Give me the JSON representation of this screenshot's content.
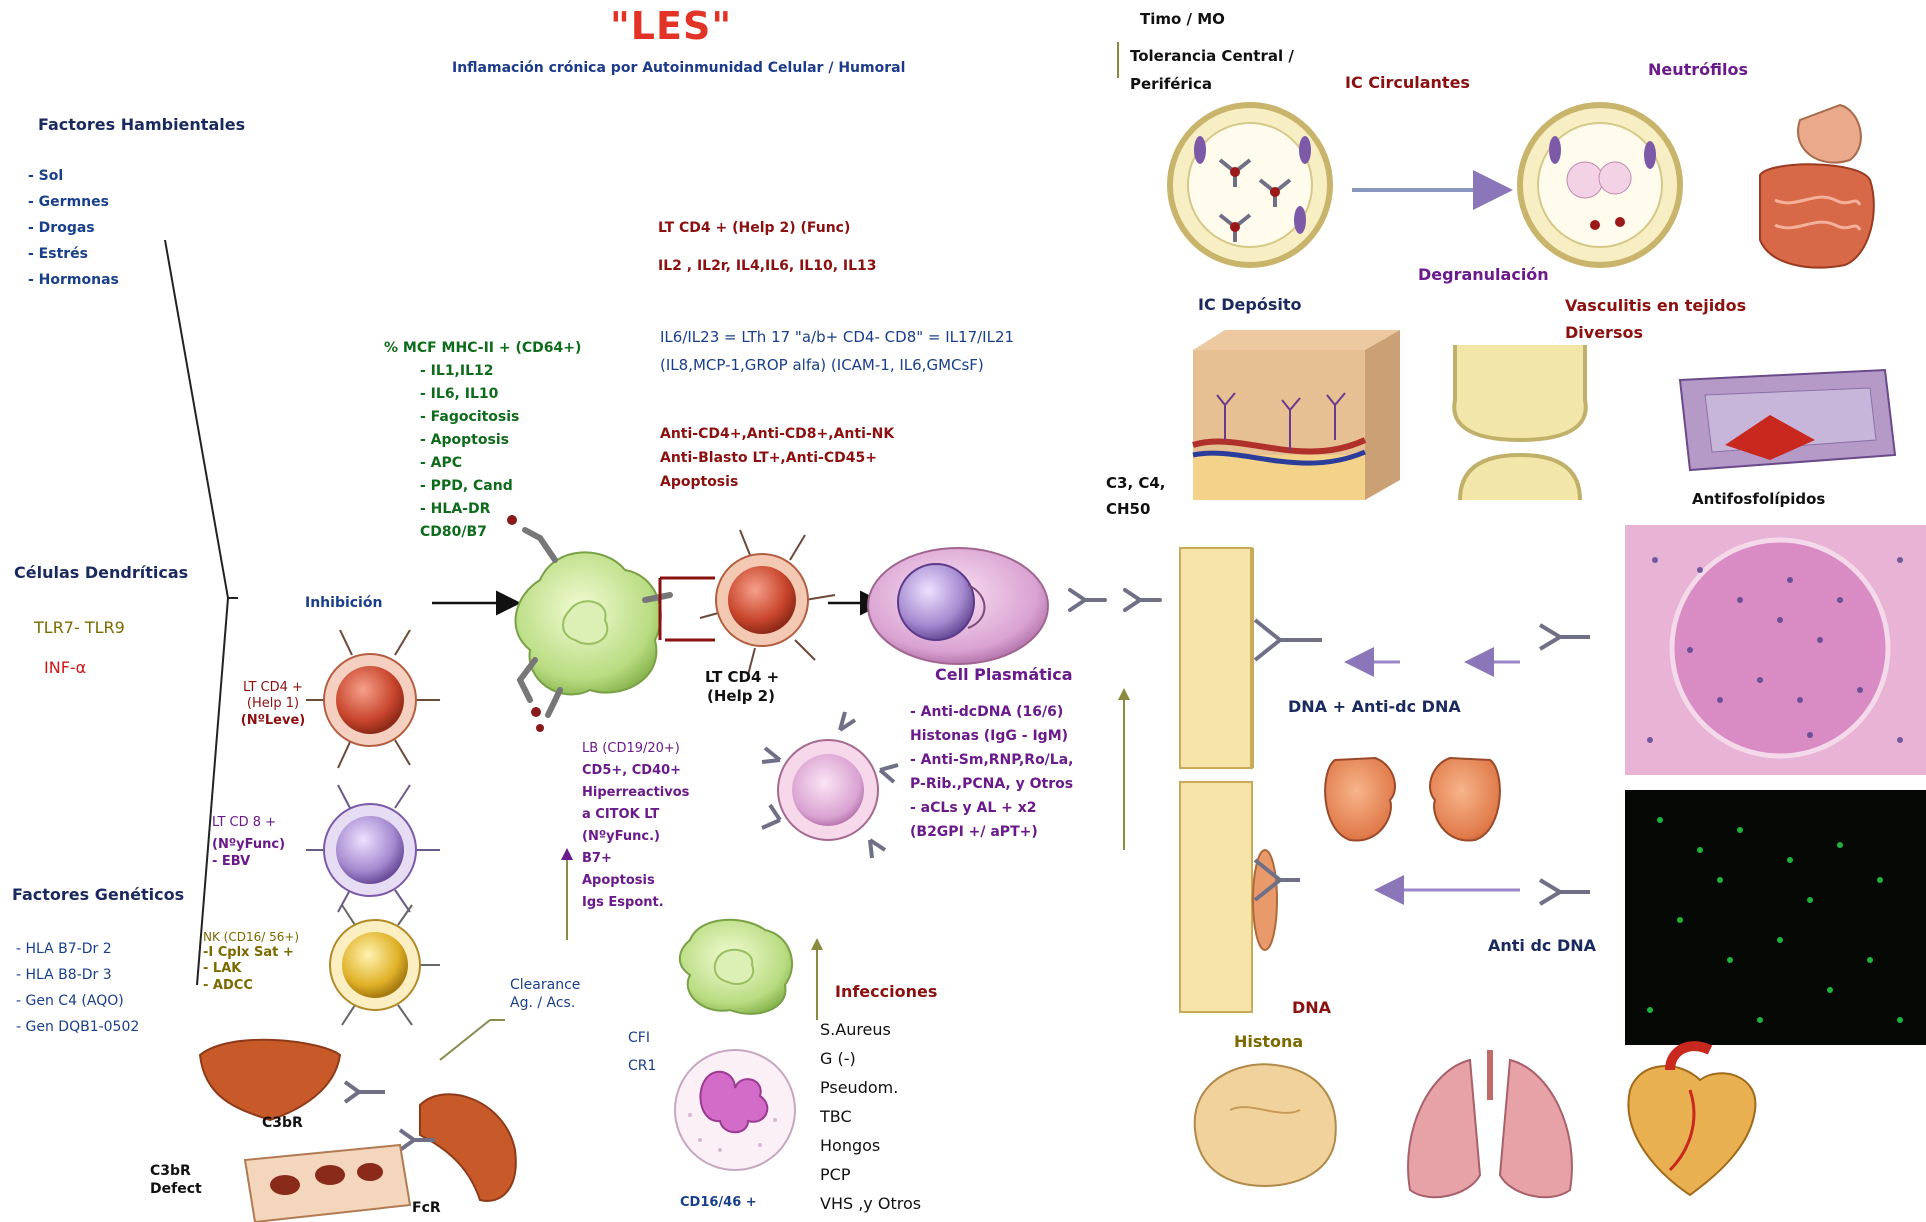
{
  "title": "\"LES\"",
  "subtitle": "Inflamación crónica por Autoinmunidad Celular / Humoral",
  "factores_ambientales": {
    "heading": "Factores Hambientales",
    "items": [
      "- Sol",
      "- Germnes",
      "- Drogas",
      "- Estrés",
      "- Hormonas"
    ]
  },
  "celulas_dendriticas": {
    "heading": "Células Dendríticas",
    "tlr": "TLR7- TLR9",
    "inf": "INF-α"
  },
  "factores_geneticos": {
    "heading": "Factores Genéticos",
    "items": [
      "- HLA B7-Dr 2",
      "- HLA B8-Dr 3",
      "- Gen C4 (AQO)",
      "- Gen DQB1-0502"
    ]
  },
  "inhibicion": "Inhibición",
  "lt_cd4_help1": [
    "LT CD4 +",
    "(Help 1)",
    "(NºLeve)"
  ],
  "lt_cd8": [
    "LT CD 8 +",
    "(NºyFunc)",
    "- EBV"
  ],
  "nk": [
    "NK (CD16/ 56+)",
    "-I Cplx Sat +",
    "- LAK",
    "- ADCC"
  ],
  "c3br": "C3bR",
  "c3br_defect": [
    "C3bR",
    "Defect"
  ],
  "fcr": "FcR",
  "clearance": [
    "Clearance",
    "Ag. / Acs."
  ],
  "cfi": "CFI",
  "cr1": "CR1",
  "macrophage_list": {
    "header": "% MCF MHC-II + (CD64+)",
    "items": [
      "- IL1,IL12",
      "- IL6, IL10",
      "- Fagocitosis",
      "- Apoptosis",
      "- APC",
      "- PPD, Cand",
      "- HLA-DR",
      "CD80/B7"
    ]
  },
  "lt_cd4_help2_func": "LT CD4 + (Help 2) (Func)",
  "il_line": "IL2 , IL2r, IL4,IL6, IL10, IL13",
  "il6_lines": [
    "IL6/IL23 = LTh 17 \"a/b+ CD4- CD8\" = IL17/IL21",
    "(IL8,MCP-1,GROP alfa) (ICAM-1, IL6,GMCsF)"
  ],
  "anti_lines": [
    "Anti-CD4+,Anti-CD8+,Anti-NK",
    "Anti-Blasto LT+,Anti-CD45+",
    "Apoptosis"
  ],
  "lt_cd4_help2": [
    "LT CD4 +",
    "(Help 2)"
  ],
  "cell_plasmatica": "Cell Plasmática",
  "lb_list": [
    "LB (CD19/20+)",
    "CD5+, CD40+",
    "Hiperreactivos",
    "a CITOK LT",
    "(NºyFunc.)",
    "B7+",
    "Apoptosis",
    "Igs Espont."
  ],
  "autoab_list": [
    "- Anti-dcDNA (16/6)",
    "Histonas (IgG - IgM)",
    "- Anti-Sm,RNP,Ro/La,",
    "P-Rib.,PCNA, y Otros",
    "- aCLs y AL + x2",
    "(B2GPI +/ aPT+)"
  ],
  "infecciones": {
    "heading": "Infecciones",
    "items": [
      "S.Aureus",
      "G (-)",
      "Pseudom.",
      "TBC",
      "Hongos",
      "PCP",
      "VHS ,y Otros"
    ]
  },
  "cd16": "CD16/46 +",
  "timo": "Timo / MO",
  "tolerancia": [
    "Tolerancia Central /",
    "Periférica"
  ],
  "ic_circulantes": "IC Circulantes",
  "neutrofilos": "Neutrófilos",
  "degranulacion": "Degranulación",
  "ic_deposito": "IC Depósito",
  "vasculitis": [
    "Vasculitis en tejidos",
    "Diversos"
  ],
  "c3c4": [
    "C3, C4,",
    "CH50"
  ],
  "antifosfolipidos": "Antifosfolípidos",
  "dna_anti": "DNA + Anti-dc DNA",
  "anti_dc_dna": "Anti dc DNA",
  "dna": "DNA",
  "histona": "Histona",
  "colors": {
    "title": "#e23326",
    "green": "#0f6b1c",
    "dred": "#8b1010",
    "purple": "#6a1a8a",
    "navy": "#1b2a5e"
  }
}
